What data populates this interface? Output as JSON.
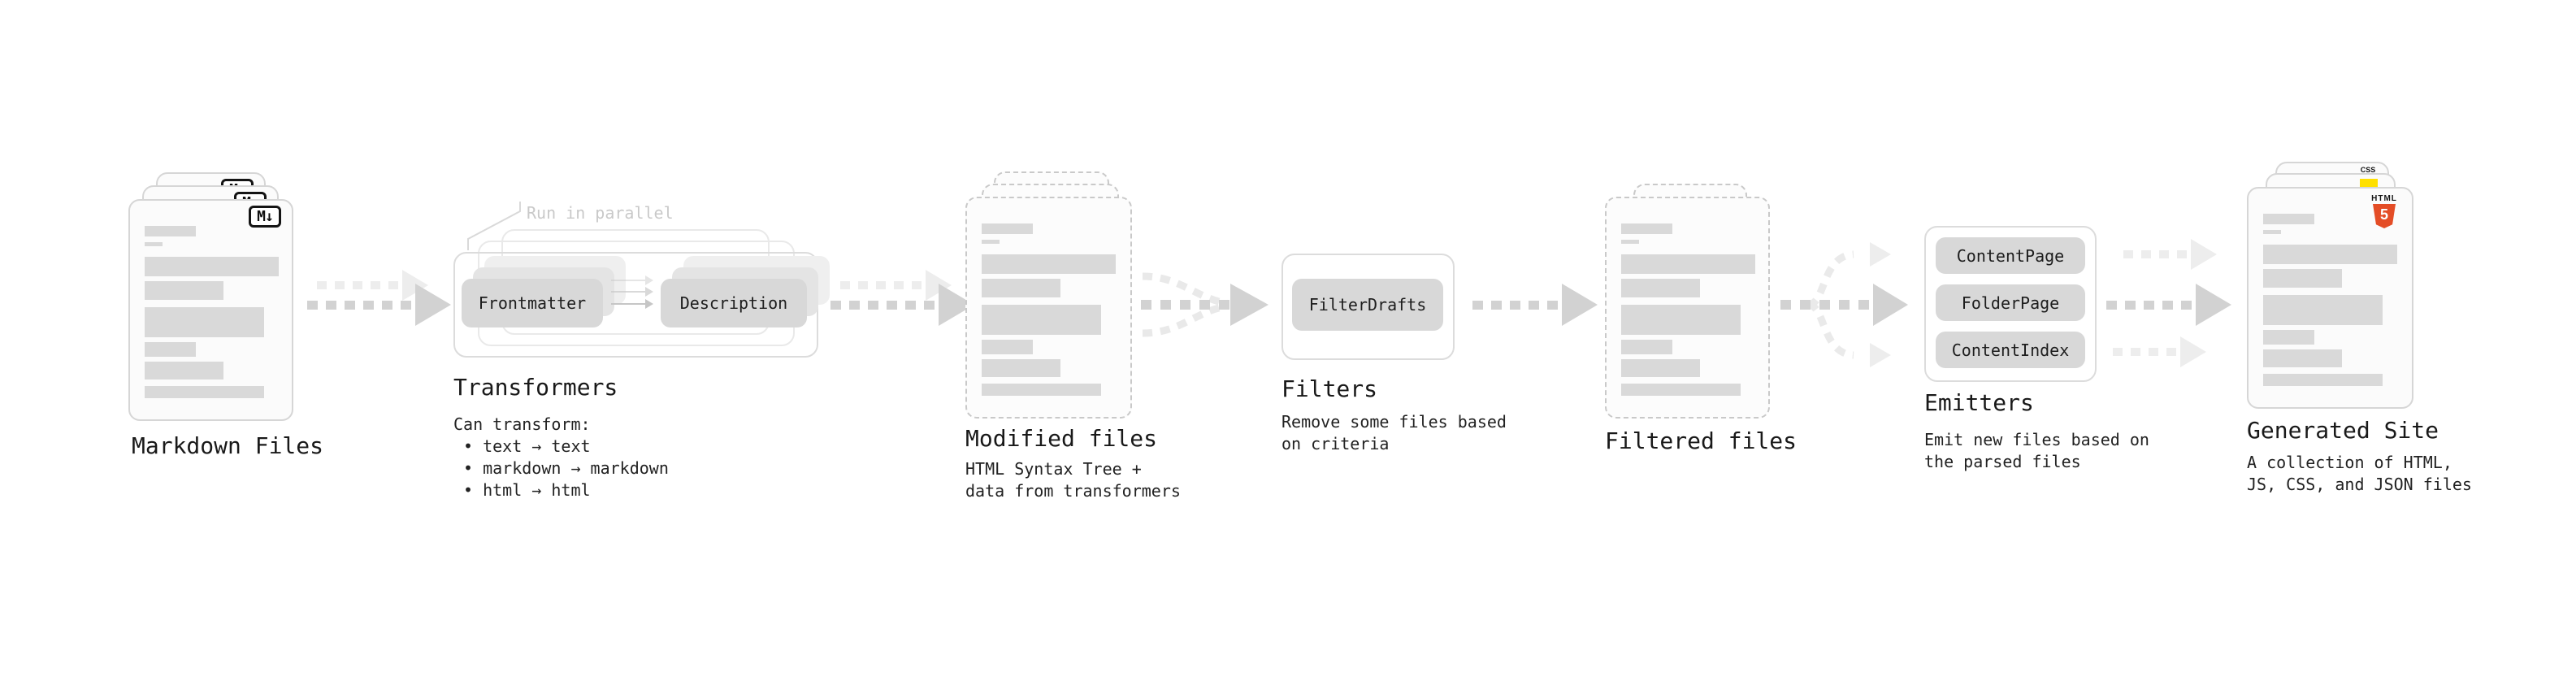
{
  "stages": {
    "markdown": {
      "label": "Markdown Files"
    },
    "transformers": {
      "label": "Transformers",
      "annotation": "Run in parallel",
      "pill_from": "Frontmatter",
      "pill_to": "Description",
      "desc_title": "Can transform:",
      "bullets": [
        "• text → text",
        "• markdown → markdown",
        "• html → html"
      ]
    },
    "modified": {
      "label": "Modified files",
      "desc": "HTML Syntax Tree +\ndata from transformers"
    },
    "filters": {
      "label": "Filters",
      "pill": "FilterDrafts",
      "desc": "Remove some files based\non criteria"
    },
    "filtered": {
      "label": "Filtered files"
    },
    "emitters": {
      "label": "Emitters",
      "pills": [
        "ContentPage",
        "FolderPage",
        "ContentIndex"
      ],
      "desc": "Emit new files based on\nthe parsed files"
    },
    "generated": {
      "label": "Generated Site",
      "desc": "A collection of HTML,\nJS, CSS, and JSON files"
    }
  },
  "icons": {
    "markdown_badge": "M↓",
    "html5_wordmark": "HTML",
    "html5_numeral": "5",
    "css_badge": "CSS"
  },
  "colors": {
    "html5_orange": "#e44d26",
    "js_yellow": "#ffe000",
    "css_blue": "#2965f1",
    "placeholder_gray": "#d9d9d9",
    "card_border_gray": "#d6d6d6",
    "arrow_gray": "#d2d2d2",
    "arrow_light_gray": "#ededed",
    "annotation_gray": "#c9c9c9"
  }
}
